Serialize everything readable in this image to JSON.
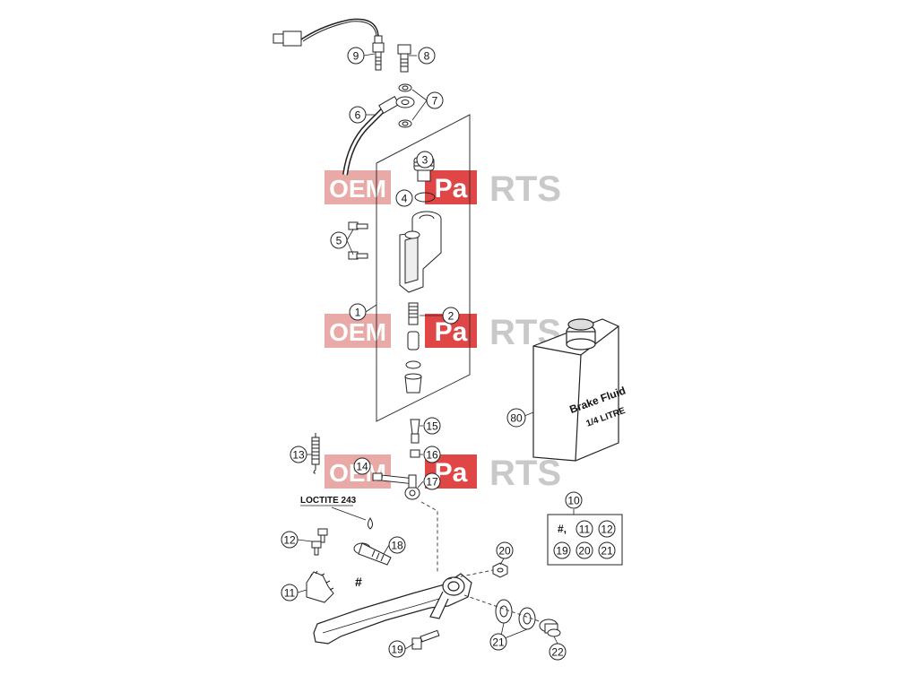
{
  "diagram": {
    "watermark": {
      "oem": "OEM",
      "pa": "Pa",
      "rts": "RTS"
    },
    "callouts": {
      "c1": "1",
      "c2": "2",
      "c3": "3",
      "c4": "4",
      "c5": "5",
      "c6": "6",
      "c7": "7",
      "c8": "8",
      "c9": "9",
      "c10": "10",
      "c11": "11",
      "c12": "12",
      "c13": "13",
      "c14": "14",
      "c15": "15",
      "c16": "16",
      "c17": "17",
      "c18": "18",
      "c19": "19",
      "c20": "20",
      "c21": "21",
      "c22": "22",
      "c80": "80"
    },
    "loctite_label": "LOCTITE 243",
    "hash_label": "#",
    "kit_box": {
      "hash": "#,",
      "items": [
        "11",
        "12",
        "19",
        "20",
        "21"
      ]
    },
    "fluid_container": {
      "line1": "Brake Fluid",
      "line2": "1/4 LITRE"
    }
  }
}
